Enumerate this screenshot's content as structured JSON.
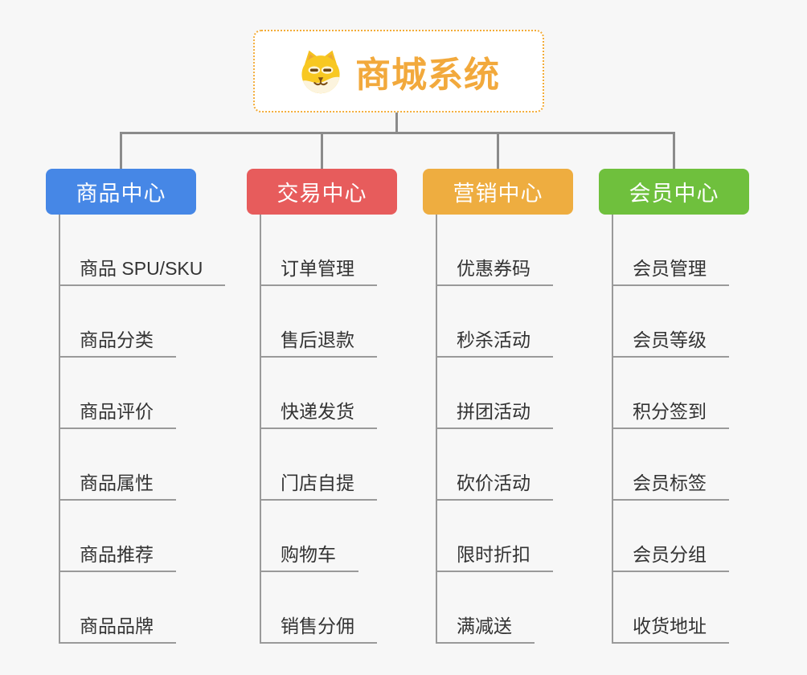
{
  "root": {
    "title": "商城系统",
    "icon": "doge-icon",
    "text_color": "#f2a93c",
    "border_color": "#f3ac38",
    "background": "#ffffff"
  },
  "canvas": {
    "background": "#f7f7f7",
    "connector_color": "#8b8b8b",
    "underline_color": "#9a9a9a",
    "text_color": "#333333"
  },
  "branches": [
    {
      "label": "商品中心",
      "color": "#4687e6",
      "items": [
        "商品 SPU/SKU",
        "商品分类",
        "商品评价",
        "商品属性",
        "商品推荐",
        "商品品牌"
      ]
    },
    {
      "label": "交易中心",
      "color": "#e75c5c",
      "items": [
        "订单管理",
        "售后退款",
        "快递发货",
        "门店自提",
        "购物车",
        "销售分佣"
      ]
    },
    {
      "label": "营销中心",
      "color": "#eead40",
      "items": [
        "优惠券码",
        "秒杀活动",
        "拼团活动",
        "砍价活动",
        "限时折扣",
        "满减送"
      ]
    },
    {
      "label": "会员中心",
      "color": "#6fc03d",
      "items": [
        "会员管理",
        "会员等级",
        "积分签到",
        "会员标签",
        "会员分组",
        "收货地址"
      ]
    }
  ]
}
